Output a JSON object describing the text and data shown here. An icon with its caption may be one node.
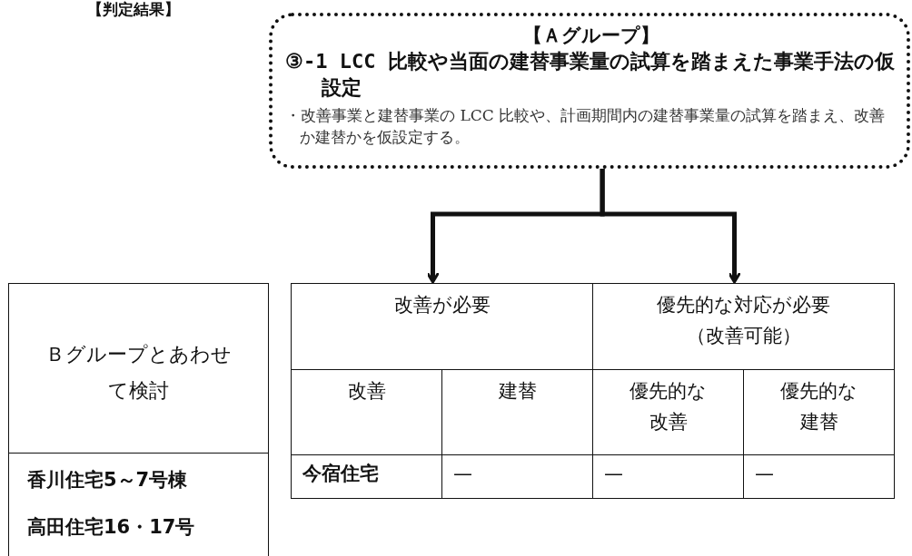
{
  "diagram": {
    "nodes": [
      {
        "text": [
          "【Ａグループ】",
          "③-1 LCC 比較や当面の建替事業量の試算を踏まえた事業手法の仮設定",
          "・改善事業と建替事業の LCC 比較や、計画期間内の建替事業量の試算を踏まえ、改善か建替かを仮設定する。"
        ]
      },
      {
        "text": [
          "改善が必要"
        ]
      },
      {
        "text": [
          "優先的な対応が必要（改善可能）"
        ]
      }
    ],
    "edges": [
      {
        "from": 0,
        "to": 1,
        "arrow": "to"
      },
      {
        "from": 0,
        "to": 2,
        "arrow": "to"
      }
    ],
    "labels": [
      "【判定結果】",
      "Ｂグループとあわせて検討",
      "香川住宅5～7号棟",
      "高田住宅16・17号",
      "改善",
      "建替",
      "優先的な改善",
      "優先的な建替",
      "今宿住宅",
      "—",
      "—",
      "—"
    ]
  }
}
